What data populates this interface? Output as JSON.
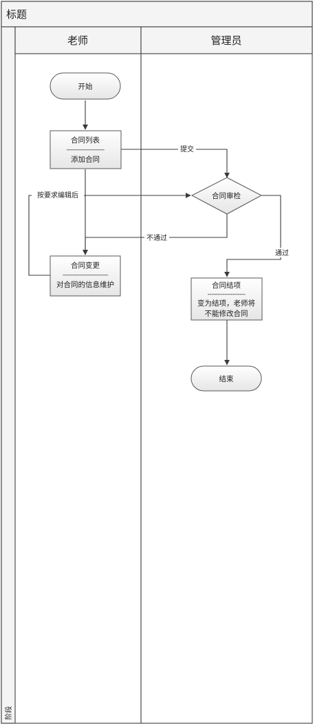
{
  "colors": {
    "header_fill": "#f4f4f4",
    "node_fill_top": "#ffffff",
    "node_fill_bottom": "#e6e6e6",
    "line": "#3a3a3a"
  },
  "diagram": {
    "title": "标题",
    "stage_label": "阶段",
    "lanes": [
      {
        "id": "teacher",
        "label": "老师"
      },
      {
        "id": "admin",
        "label": "管理员"
      }
    ],
    "nodes": {
      "start": {
        "label": "开始"
      },
      "contract_list": {
        "title": "合同列表",
        "divider": "--------------------",
        "body": [
          "添加合同"
        ]
      },
      "contract_review": {
        "label": "合同审检"
      },
      "contract_change": {
        "title": "合同变更",
        "divider": "------------------------",
        "body": [
          "对合同的信息维护"
        ]
      },
      "contract_close": {
        "title": "合同结项",
        "divider": "--------------------",
        "body": [
          "变为结项，老师将",
          "不能修改合同"
        ]
      },
      "end": {
        "label": "结束"
      }
    },
    "edge_labels": {
      "submit": "提交",
      "edit_as_required": "按要求编辑后",
      "rejected": "不通过",
      "approved": "通过"
    }
  }
}
